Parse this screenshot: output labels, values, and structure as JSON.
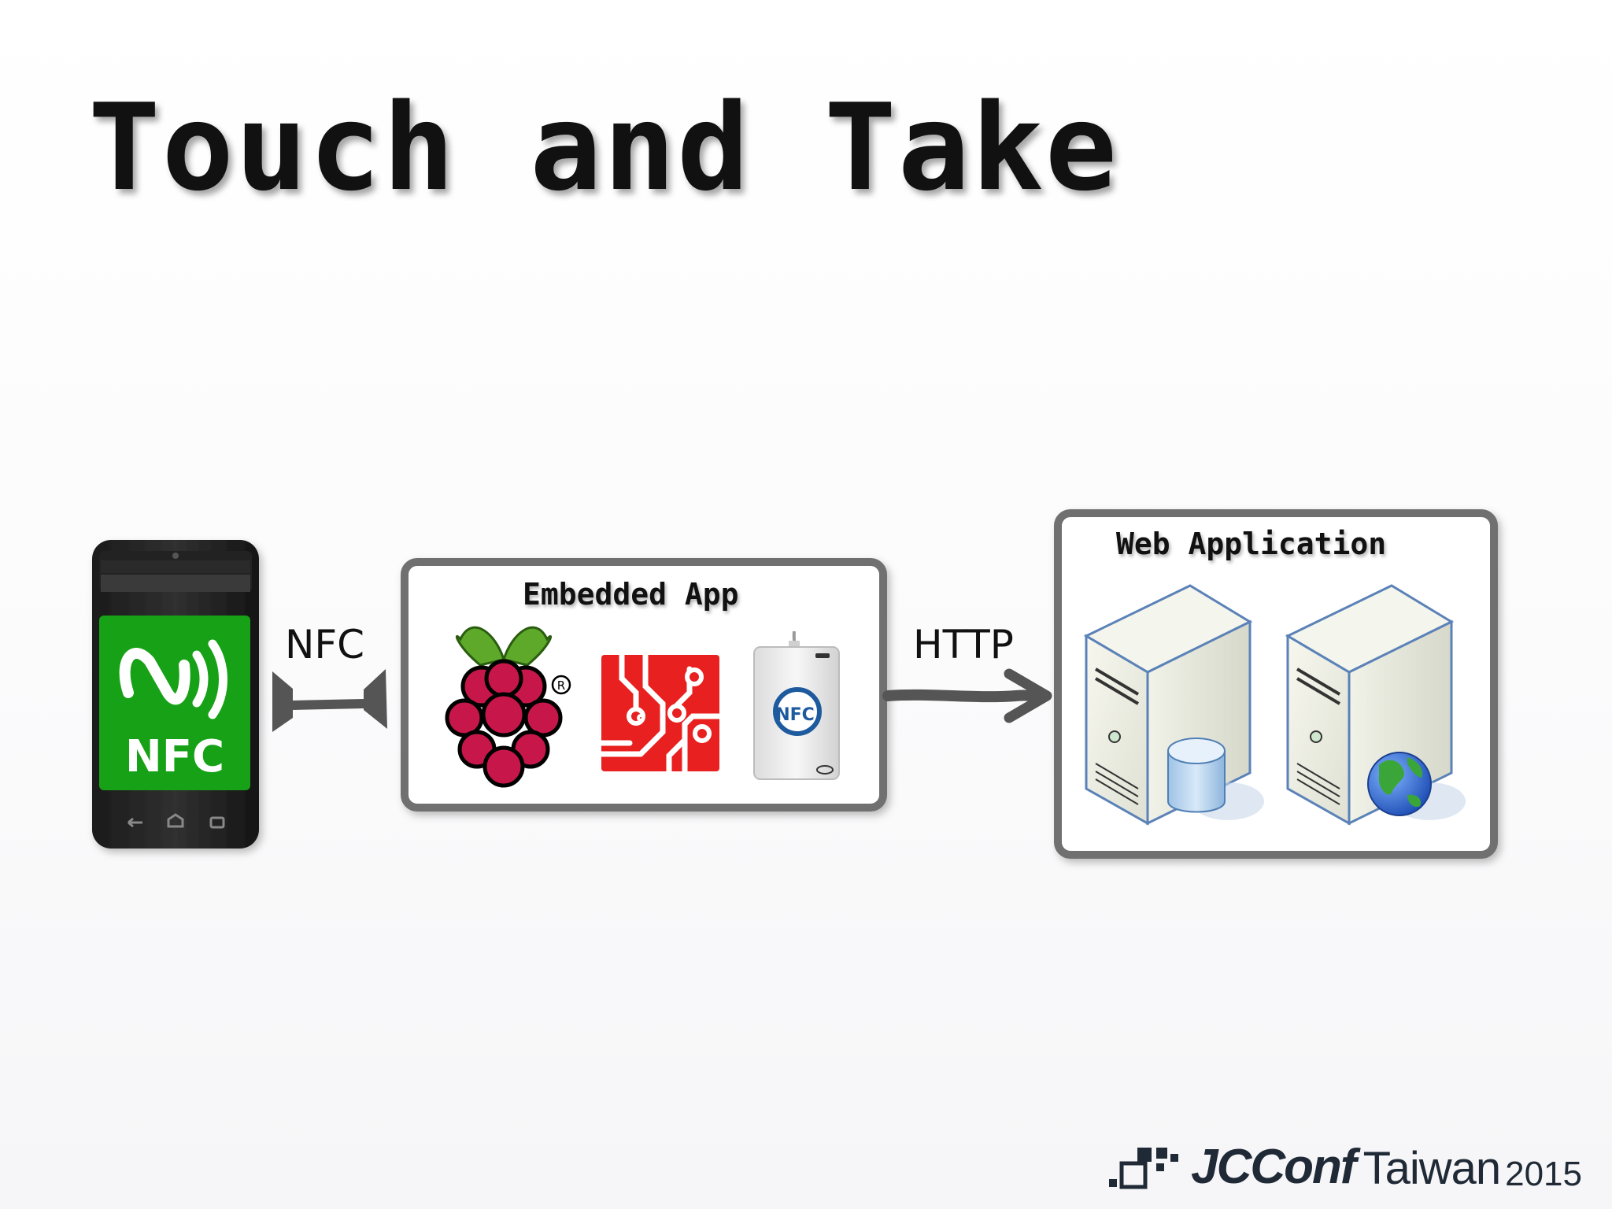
{
  "slide": {
    "title": "Touch and Take"
  },
  "diagram": {
    "nfc_link_label": "NFC",
    "http_link_label": "HTTP",
    "embedded_box_title": "Embedded App",
    "web_box_title": "Web Application",
    "phone_screen_label": "NFC",
    "reader_badge_label": "NFC"
  },
  "footer": {
    "brand_name": "JCConf",
    "brand_location": "Taiwan",
    "brand_year": "2015"
  },
  "colors": {
    "box_border": "#707070",
    "arrow": "#555555",
    "nfc_green": "#16a116",
    "raspberry": "#c7174a",
    "leaf": "#5ea92a",
    "circuit_red": "#e8201f",
    "server_face": "#eef0e6",
    "server_edge": "#5b82b8",
    "globe_blue": "#2f6fd6"
  }
}
